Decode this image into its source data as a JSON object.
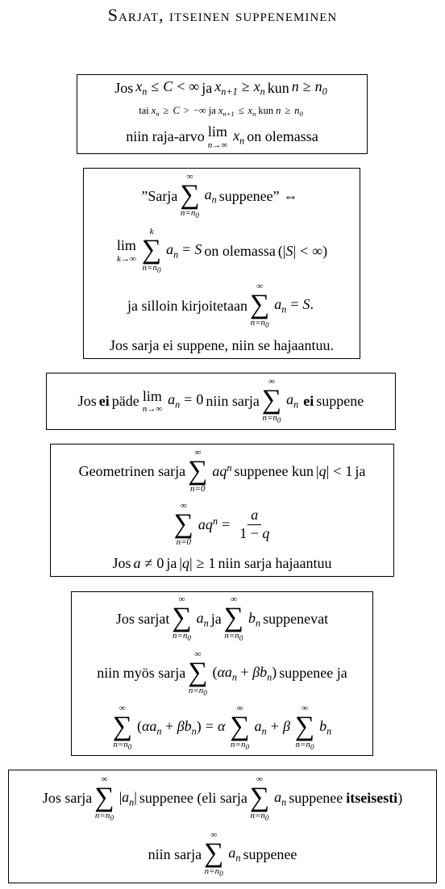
{
  "title": "Sarjat, itseinen suppeneminen",
  "box1": {
    "jos": "Jos",
    "ja": "ja",
    "kun": "kun",
    "tai": "tai",
    "ja2": "ja",
    "kun2": "kun",
    "niin": "niin raja-arvo",
    "lim": "lim",
    "olemassa": "on olemassa"
  },
  "box2": {
    "sarja_open": "”Sarja",
    "suppenee": "suppenee”",
    "lim": "lim",
    "on_olemassa": "on olemassa",
    "ja_silloin": "ja silloin kirjoitetaan",
    "hajaantuu": "Jos sarja ei suppene, niin se hajaantuu."
  },
  "box3": {
    "jos": "Jos",
    "ei": "ei",
    "pade": "päde",
    "lim": "lim",
    "niin_sarja": "niin sarja",
    "ei2": "ei",
    "suppene": "suppene"
  },
  "box4": {
    "geometrinen": "Geometrinen sarja",
    "suppenee_kun": "suppenee kun",
    "ja": "ja",
    "jos": "Jos",
    "ja2": "ja",
    "niin_hajaantuu": "niin sarja hajaantuu"
  },
  "box5": {
    "jos_sarjat": "Jos sarjat",
    "ja": "ja",
    "suppenevat": "suppenevat",
    "niin_myos": "niin myös sarja",
    "suppenee_ja": "suppenee ja"
  },
  "box6": {
    "jos_sarja": "Jos sarja",
    "suppenee_eli": "suppenee (eli sarja",
    "suppenee": "suppenee",
    "itseisesti": "itseisesti",
    "close": ")",
    "niin_sarja": "niin sarja",
    "suppenee2": "suppenee"
  }
}
